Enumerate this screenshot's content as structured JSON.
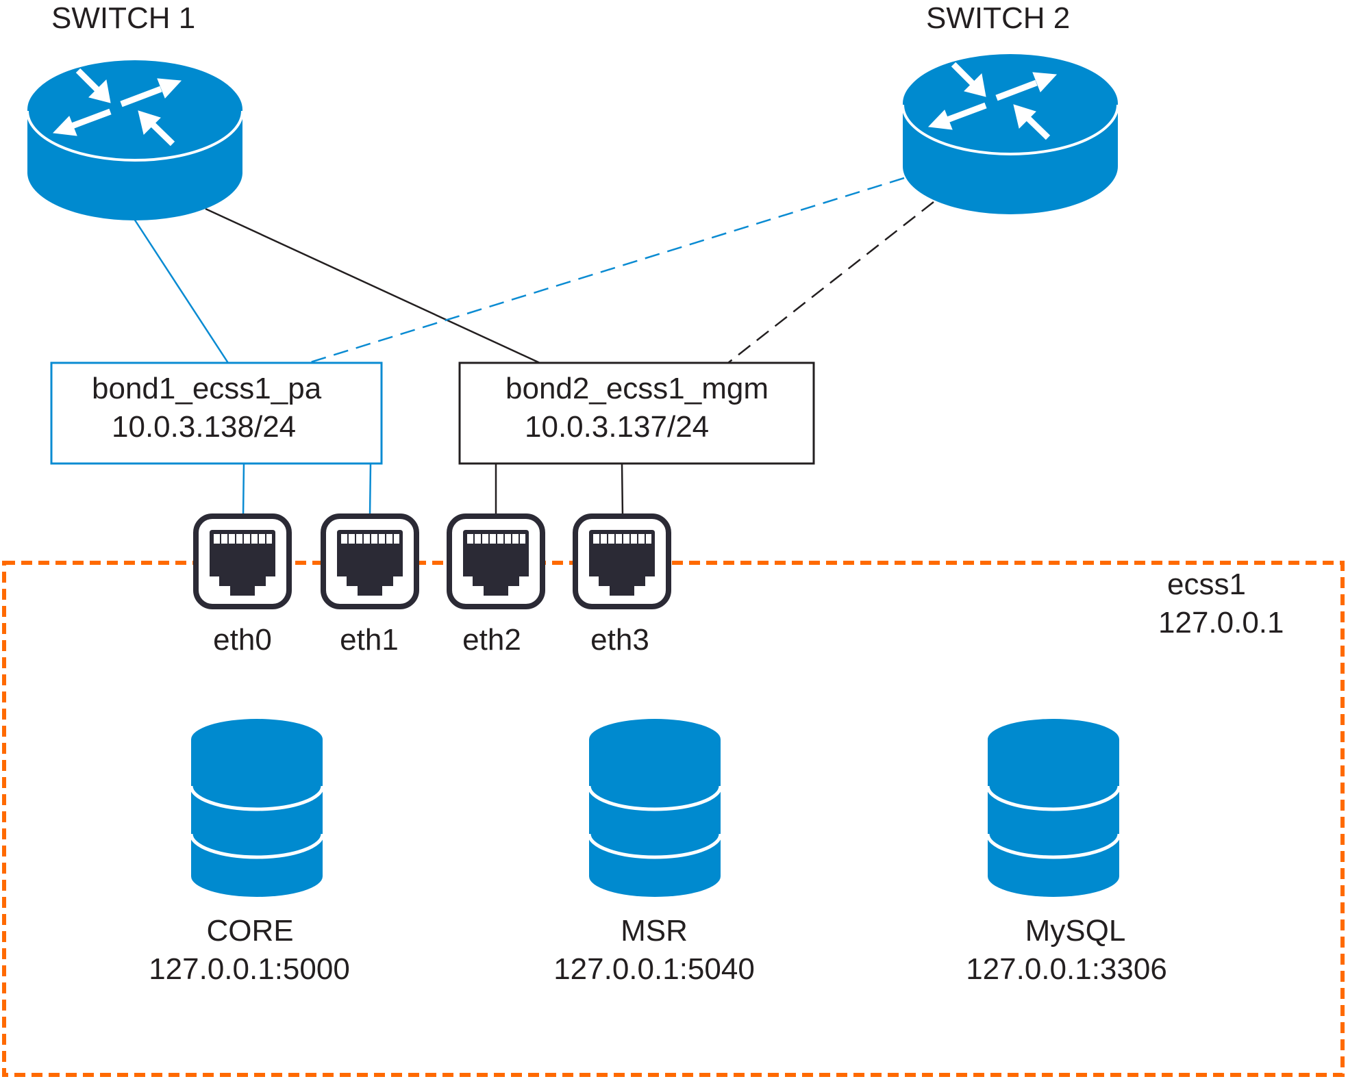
{
  "colors": {
    "device_blue": "#008ACF",
    "link_blue": "#0A8BD2",
    "link_black": "#231F20",
    "host_border": "#FF6A00",
    "port_dark": "#2B2A35",
    "text": "#231F20"
  },
  "switches": [
    {
      "id": "switch1",
      "label": "SWITCH 1",
      "icon": "switch-icon"
    },
    {
      "id": "switch2",
      "label": "SWITCH 2",
      "icon": "switch-icon"
    }
  ],
  "bonds": [
    {
      "id": "bond1",
      "name": "bond1_ecss1_pa",
      "address": "10.0.3.138/24",
      "color": "blue"
    },
    {
      "id": "bond2",
      "name": "bond2_ecss1_mgm",
      "address": "10.0.3.137/24",
      "color": "black"
    }
  ],
  "links": [
    {
      "from": "switch1",
      "to": "bond1",
      "style": "solid",
      "color": "blue"
    },
    {
      "from": "switch1",
      "to": "bond2",
      "style": "solid",
      "color": "black"
    },
    {
      "from": "switch2",
      "to": "bond1",
      "style": "dashed",
      "color": "blue"
    },
    {
      "from": "switch2",
      "to": "bond2",
      "style": "dashed",
      "color": "black"
    }
  ],
  "host": {
    "name": "ecss1",
    "address": "127.0.0.1",
    "ports": [
      {
        "name": "eth0",
        "bond": "bond1",
        "icon": "ethernet-port-icon"
      },
      {
        "name": "eth1",
        "bond": "bond1",
        "icon": "ethernet-port-icon"
      },
      {
        "name": "eth2",
        "bond": "bond2",
        "icon": "ethernet-port-icon"
      },
      {
        "name": "eth3",
        "bond": "bond2",
        "icon": "ethernet-port-icon"
      }
    ],
    "services": [
      {
        "name": "CORE",
        "address": "127.0.0.1:5000",
        "icon": "database-icon"
      },
      {
        "name": "MSR",
        "address": "127.0.0.1:5040",
        "icon": "database-icon"
      },
      {
        "name": "MySQL",
        "address": "127.0.0.1:3306",
        "icon": "database-icon"
      }
    ]
  }
}
